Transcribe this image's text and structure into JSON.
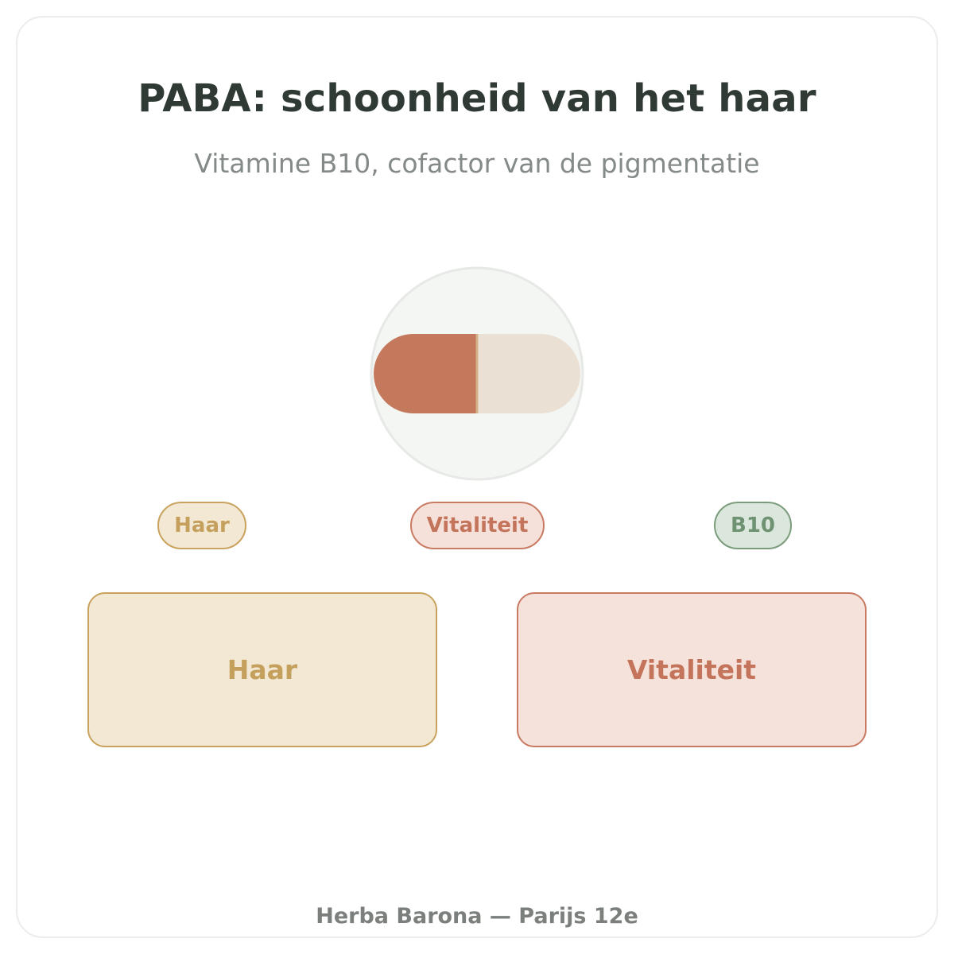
{
  "header": {
    "title": "PABA: schoonheid van het haar",
    "subtitle": "Vitamine B10, cofactor van de pigmentatie"
  },
  "illustration": {
    "icon": "capsule-icon",
    "colors": {
      "circle_fill": "#f4f6f3",
      "circle_stroke": "#e6e9e5",
      "capsule_left": "#c4795c",
      "capsule_right": "#ebe0d4",
      "divider": "#d4b287"
    }
  },
  "chips": [
    {
      "label": "Haar",
      "color": "#c4a05c"
    },
    {
      "label": "Vitaliteit",
      "color": "#c4745b"
    },
    {
      "label": "B10",
      "color": "#6f9272"
    }
  ],
  "boxes": [
    {
      "label": "Haar",
      "color": "#c4a05c"
    },
    {
      "label": "Vitaliteit",
      "color": "#c4745b"
    }
  ],
  "footer": {
    "text": "Herba Barona — Parijs 12e"
  }
}
